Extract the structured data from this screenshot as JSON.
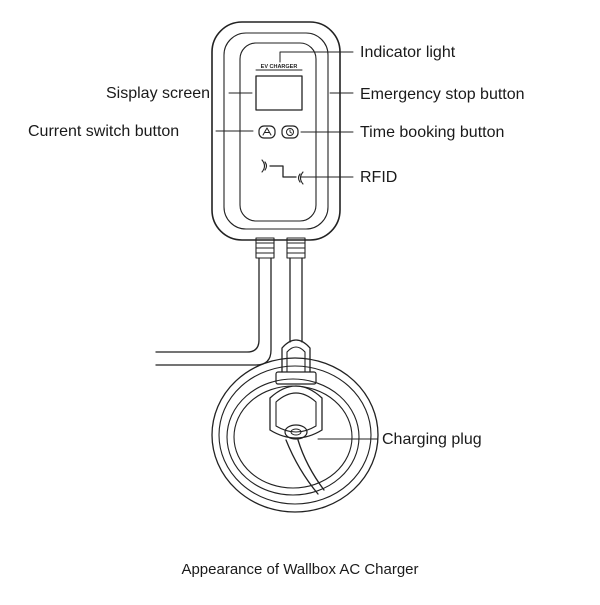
{
  "device": {
    "brand_text": "EV CHARGER"
  },
  "callouts": {
    "indicator_light": "Indicator light",
    "display_screen": "Sisplay screen",
    "emergency_stop": "Emergency stop button",
    "current_switch": "Current switch button",
    "time_booking": "Time booking button",
    "rfid": "RFID",
    "charging_plug": "Charging plug"
  },
  "caption": "Appearance of Wallbox AC Charger"
}
